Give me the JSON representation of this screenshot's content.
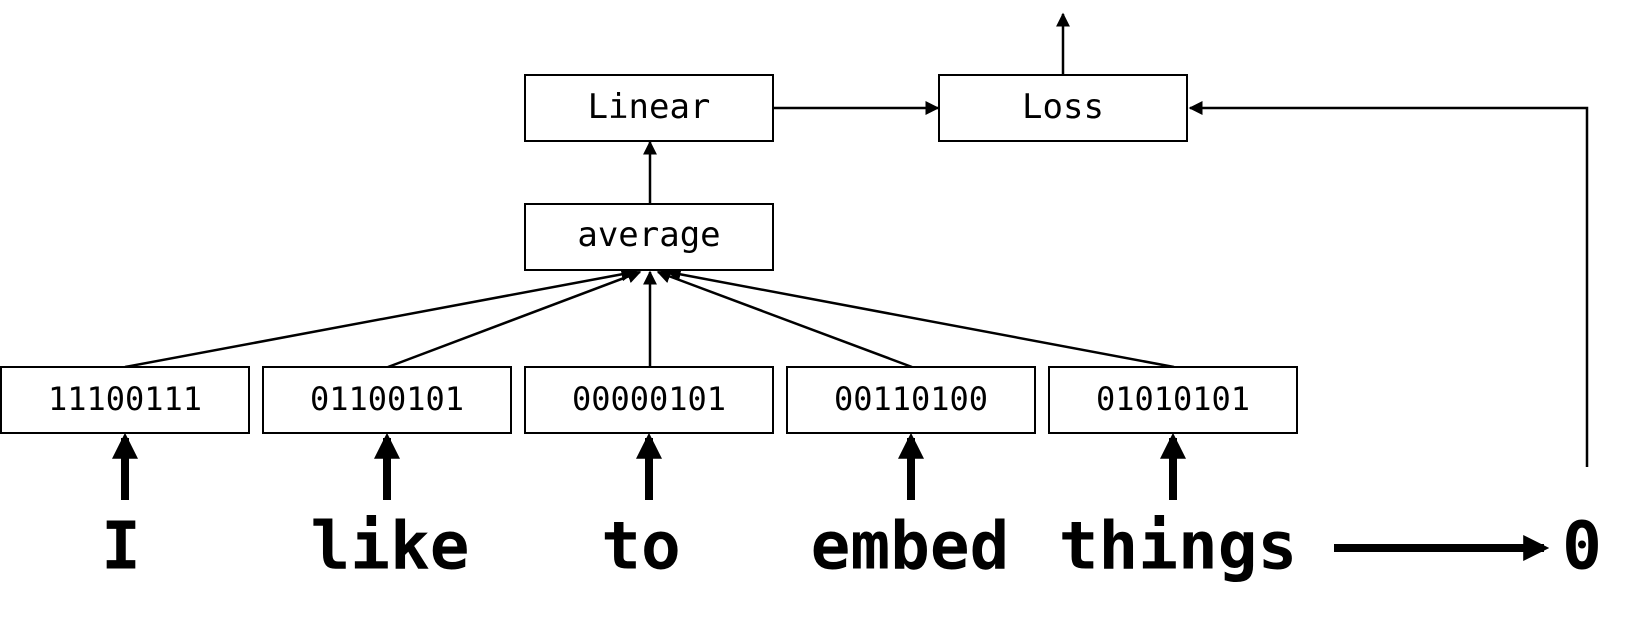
{
  "nodes": {
    "linear": "Linear",
    "loss": "Loss",
    "average": "average"
  },
  "embeddings": [
    "11100111",
    "01100101",
    "00000101",
    "00110100",
    "01010101"
  ],
  "words": [
    "I",
    "like",
    "to",
    "embed",
    "things"
  ],
  "label": "0"
}
